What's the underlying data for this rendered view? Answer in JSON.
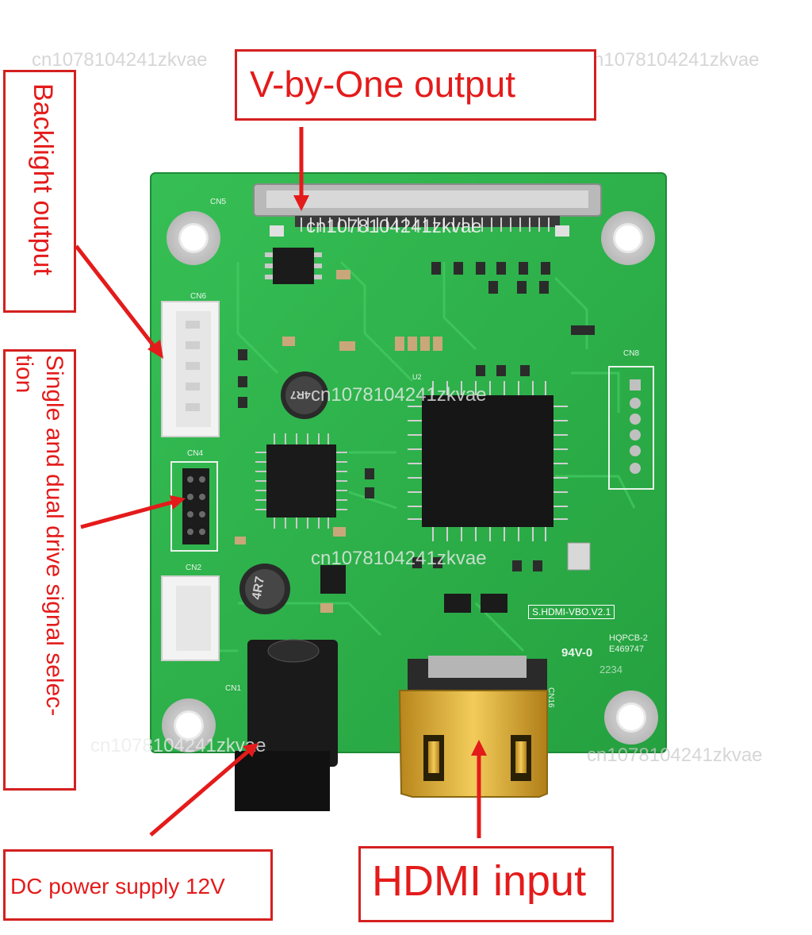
{
  "callouts": {
    "vbyone": "V-by-One output",
    "backlight": "Backlight output",
    "single_dual_line1": "Single and dual drive signal selec-",
    "single_dual_line2": "tion",
    "dc_power": "DC power supply 12V",
    "hdmi": "HDMI input"
  },
  "watermark": "cn1078104241zkvae",
  "silkscreen": {
    "cn5": "CN5",
    "cn6": "CN6",
    "cn4": "CN4",
    "cn2": "CN2",
    "cn1": "CN1",
    "cn8": "CN8",
    "cn16": "CN16",
    "board_name": "S.HDMI-VBO.V2.1",
    "hqpcb": "HQPCB-2",
    "ul_code": "E469747",
    "rating": "94V-0",
    "date_code": "2234",
    "inductor1": "4R7",
    "inductor2": "4R7",
    "u2": "U2"
  },
  "colors": {
    "callout_border": "#d42020",
    "callout_text": "#e41b1b",
    "pcb_green": "#2fb24a",
    "gold": "#d4a62a"
  }
}
